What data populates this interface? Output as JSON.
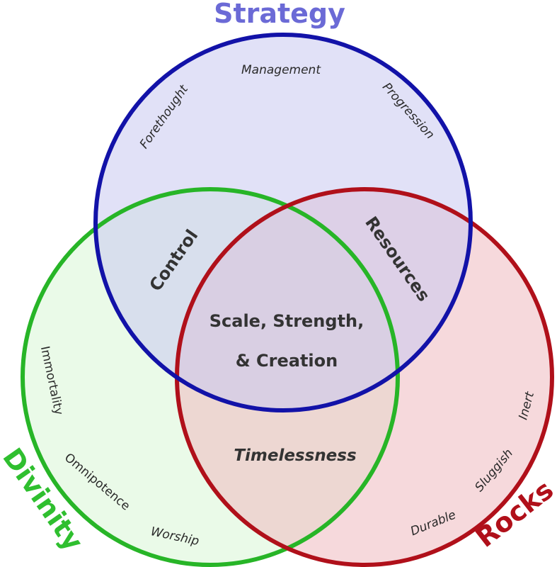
{
  "sets": {
    "strategy": {
      "label": "Strategy",
      "color": "#6b6ad6",
      "stroke": "#1212a8",
      "fill": "#c9c9f0"
    },
    "divinity": {
      "label": "Divinity",
      "color": "#2fbf2f",
      "stroke": "#27b527",
      "fill": "#d8f5d6"
    },
    "rocks": {
      "label": "Rocks",
      "color": "#b0101a",
      "stroke": "#b0101a",
      "fill": "#eeb9bf"
    }
  },
  "strategy_terms": [
    "Management",
    "Forethought",
    "Progression"
  ],
  "divinity_terms": [
    "Immortality",
    "Omnipotence",
    "Worship"
  ],
  "rocks_terms": [
    "Inert",
    "Sluggish",
    "Durable"
  ],
  "overlaps": {
    "strategy_divinity": "Control",
    "strategy_rocks": "Resources",
    "divinity_rocks": "Timelessness",
    "center_line1": "Scale, Strength,",
    "center_line2": "& Creation"
  }
}
